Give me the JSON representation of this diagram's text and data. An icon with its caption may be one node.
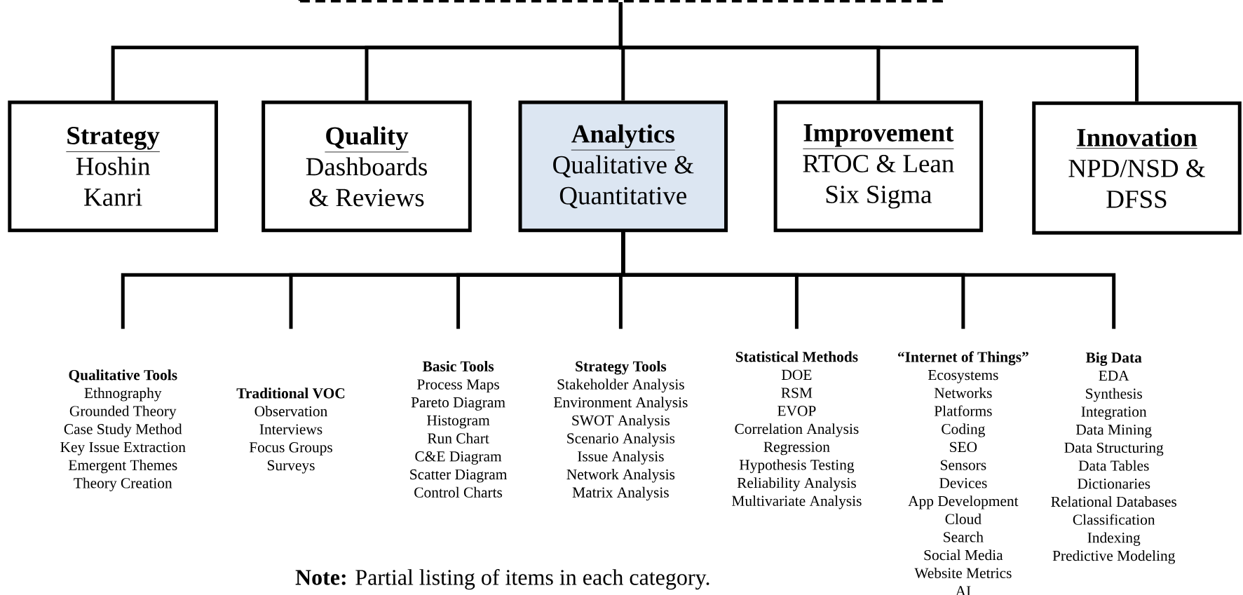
{
  "diagram": {
    "nodes": [
      {
        "text": [],
        "shape": "box"
      },
      {
        "text": [
          "Strategy",
          "Hoshin Kanri"
        ]
      },
      {
        "text": [
          "Quality",
          "Dashboards & Reviews"
        ]
      },
      {
        "text": [
          "Analytics",
          "Qualitative & Quantitative"
        ]
      },
      {
        "text": [
          "Improvement",
          "RTOC & Lean Six Sigma"
        ]
      },
      {
        "text": [
          "Innovation",
          "NPD/NSD & DFSS"
        ]
      },
      {
        "text": [
          "Qualitative Tools",
          "Ethnography",
          "Grounded Theory",
          "Case Study Method",
          "Key Issue Extraction",
          "Emergent Themes",
          "Theory Creation"
        ]
      },
      {
        "text": [
          "Traditional VOC",
          "Observation",
          "Interviews",
          "Focus Groups",
          "Surveys"
        ]
      },
      {
        "text": [
          "Basic Tools",
          "Process Maps",
          "Pareto Diagram",
          "Histogram",
          "Run Chart",
          "C&E Diagram",
          "Scatter Diagram",
          "Control Charts"
        ]
      },
      {
        "text": [
          "Strategy Tools",
          "Stakeholder Analysis",
          "Environment Analysis",
          "SWOT Analysis",
          "Scenario Analysis",
          "Issue Analysis",
          "Network Analysis",
          "Matrix Analysis"
        ]
      },
      {
        "text": [
          "Statistical Methods",
          "DOE",
          "RSM",
          "EVOP",
          "Correlation Analysis",
          "Regression",
          "Hypothesis Testing",
          "Reliability Analysis",
          "Multivariate Analysis"
        ]
      },
      {
        "text": [
          "“Internet of Things”",
          "Ecosystems",
          "Networks",
          "Platforms",
          "Coding",
          "SEO",
          "Sensors",
          "Devices",
          "App Development",
          "Cloud",
          "Search",
          "Social Media",
          "Website Metrics",
          "AI"
        ]
      },
      {
        "text": [
          "Big Data",
          "EDA",
          "Synthesis",
          "Integration",
          "Data Mining",
          "Data Structuring",
          "Data Tables",
          "Dictionaries",
          "Relational Databases",
          "Classification",
          "Indexing",
          "Predictive Modeling"
        ]
      }
    ],
    "edges": [
      {
        "from": 0,
        "to": 1,
        "arrow": "none"
      },
      {
        "from": 0,
        "to": 2,
        "arrow": "none"
      },
      {
        "from": 0,
        "to": 3,
        "arrow": "none"
      },
      {
        "from": 0,
        "to": 4,
        "arrow": "none"
      },
      {
        "from": 0,
        "to": 5,
        "arrow": "none"
      },
      {
        "from": 3,
        "to": 6,
        "arrow": "none"
      },
      {
        "from": 3,
        "to": 7,
        "arrow": "none"
      },
      {
        "from": 3,
        "to": 8,
        "arrow": "none"
      },
      {
        "from": 3,
        "to": 9,
        "arrow": "none"
      },
      {
        "from": 3,
        "to": 10,
        "arrow": "none"
      },
      {
        "from": 3,
        "to": 11,
        "arrow": "none"
      },
      {
        "from": 3,
        "to": 12,
        "arrow": "none"
      }
    ],
    "labels": [
      "**Note:** Partial listing of items in each category."
    ]
  }
}
